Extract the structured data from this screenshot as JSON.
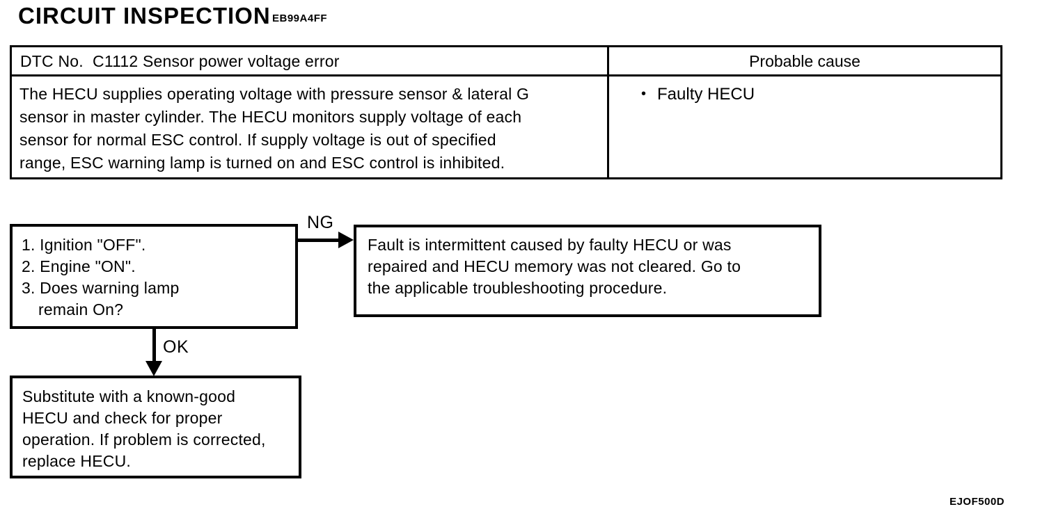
{
  "page": {
    "title": "CIRCUIT INSPECTION",
    "header_code": "EB99A4FF",
    "footer_code": "EJOF500D"
  },
  "dtc_table": {
    "dtc_header": "DTC No.  C1112 Sensor power voltage error",
    "probable_cause_header": "Probable cause",
    "description_lines": [
      "The HECU supplies operating voltage with pressure sensor  &  lateral G",
      "sensor in master cylinder.  The HECU monitors supply voltage of each",
      "sensor for normal ESC control.  If supply voltage is out of specified",
      "range, ESC warning lamp is turned on and ESC control is inhibited."
    ],
    "bullet": "•",
    "probable_causes": [
      "Faulty HECU"
    ]
  },
  "flowchart": {
    "check_box": {
      "lines": [
        "1. Ignition \"OFF\".",
        "2. Engine \"ON\".",
        "3. Does warning lamp",
        "remain On?"
      ]
    },
    "ng_label": "NG",
    "ok_label": "OK",
    "ng_box": {
      "lines": [
        "Fault is intermittent caused by faulty HECU or was",
        "repaired and HECU memory was not cleared. Go to",
        "the applicable troubleshooting procedure."
      ]
    },
    "ok_box": {
      "lines": [
        "Substitute with a known-good",
        "HECU and check for proper",
        "operation. If problem is corrected,",
        "replace HECU."
      ]
    }
  }
}
